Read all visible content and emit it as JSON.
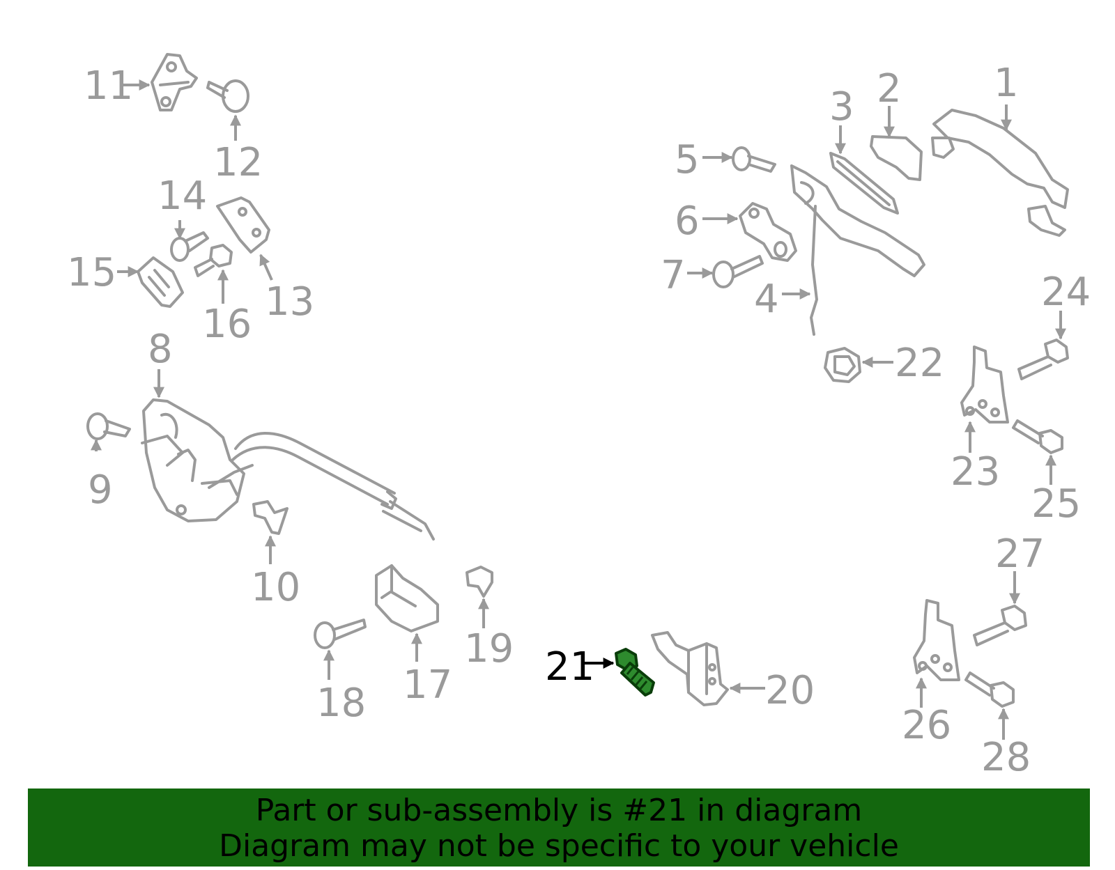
{
  "diagram": {
    "highlight_color": "#2e8b2e",
    "highlighted_part": "21",
    "callouts": [
      "1",
      "2",
      "3",
      "4",
      "5",
      "6",
      "7",
      "8",
      "9",
      "10",
      "11",
      "12",
      "13",
      "14",
      "15",
      "16",
      "17",
      "18",
      "19",
      "20",
      "21",
      "22",
      "23",
      "24",
      "25",
      "26",
      "27",
      "28"
    ]
  },
  "banner": {
    "background": "#13670e",
    "line1": "Part or sub-assembly is #21 in diagram",
    "line2": "Diagram may not be specific to your vehicle"
  }
}
